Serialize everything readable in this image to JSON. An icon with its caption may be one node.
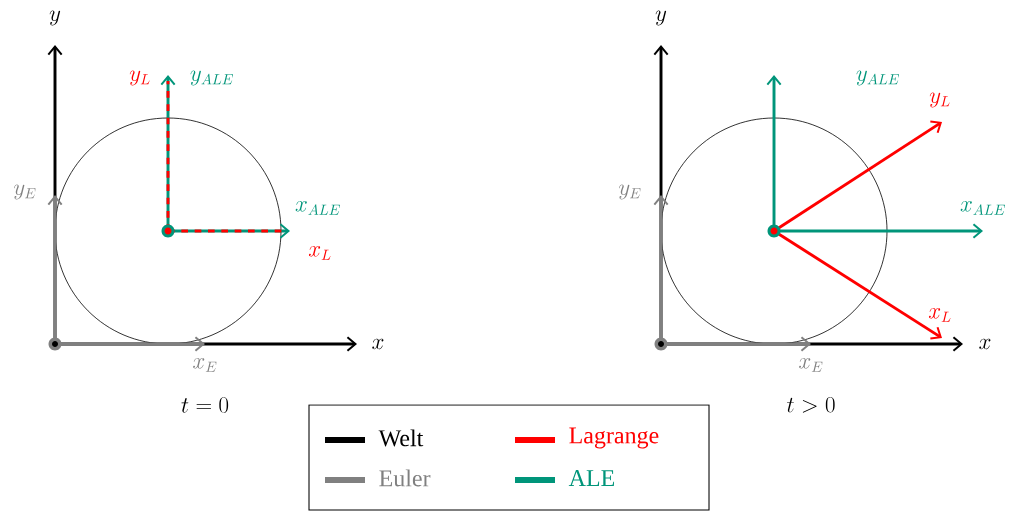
{
  "diagram": {
    "labels": [
      "y",
      "x",
      "y_E",
      "x_E",
      "y_L",
      "y_{ALE}",
      "x_{ALE}",
      "x_L",
      "t = 0",
      "y",
      "x",
      "y_E",
      "x_E",
      "y_{ALE}",
      "y_L",
      "x_{ALE}",
      "x_L",
      "t > 0"
    ],
    "legend": [
      {
        "text": "Welt",
        "color": "#000000"
      },
      {
        "text": "Lagrange",
        "color": "#ff0000"
      },
      {
        "text": "Euler",
        "color": "#808080"
      },
      {
        "text": "ALE",
        "color": "#00957a"
      }
    ]
  }
}
